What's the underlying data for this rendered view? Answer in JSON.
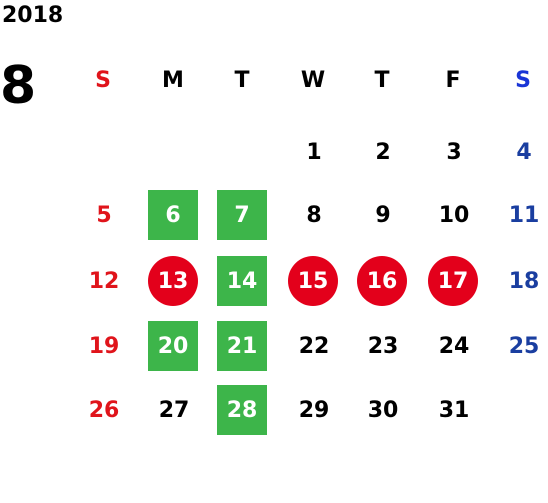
{
  "year": "2018",
  "month": "8",
  "weekdays": [
    "S",
    "M",
    "T",
    "W",
    "T",
    "F",
    "S"
  ],
  "weeks": [
    [
      "",
      "",
      "",
      "1",
      "2",
      "3",
      "4"
    ],
    [
      "5",
      "6",
      "7",
      "8",
      "9",
      "10",
      "11"
    ],
    [
      "12",
      "13",
      "14",
      "15",
      "16",
      "17",
      "18"
    ],
    [
      "19",
      "20",
      "21",
      "22",
      "23",
      "24",
      "25"
    ],
    [
      "26",
      "27",
      "28",
      "29",
      "30",
      "31",
      ""
    ]
  ],
  "highlights": {
    "green_square": [
      "6",
      "7",
      "14",
      "20",
      "21",
      "28"
    ],
    "red_circle": [
      "13",
      "15",
      "16",
      "17"
    ]
  },
  "colors": {
    "sunday": "#e0141b",
    "saturday": "#1a3ea0",
    "green_mark": "#3db54a",
    "red_mark": "#e3001b"
  }
}
